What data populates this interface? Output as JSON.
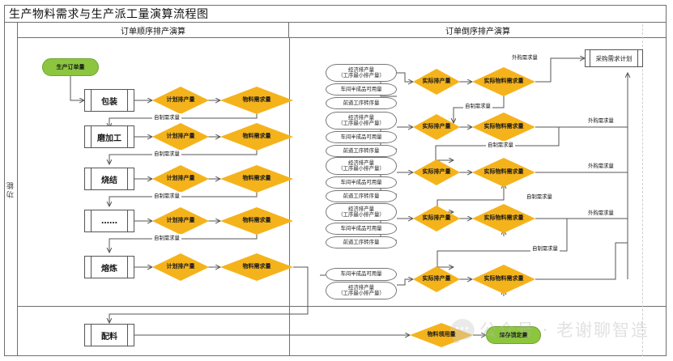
{
  "title": "生产物料需求与生产派工量演算流程图",
  "lane_label": "功能",
  "columns": {
    "left_header": "订单顺序排产演算",
    "right_header": "订单倒序排产演算"
  },
  "nodes": {
    "start": "生产订单量",
    "purchase_plan": "采购需求计划",
    "stock_lock": "库存锁定量",
    "material_issue": "物料领用量",
    "blending": "配料"
  },
  "labels": {
    "plan_output": "计划排产量",
    "material_demand": "物料需求量",
    "actual_output": "实际排产量",
    "actual_material_demand": "实际物料需求量",
    "economic_output": "经济排产量",
    "economic_output_sub": "（工序最小排产量）",
    "wip_available": "车间半成品可用量",
    "prev_process_transfer": "前道工序转序量",
    "self_made": "自制需求量",
    "purchased": "外购需求量"
  },
  "processes": [
    {
      "name": "包装"
    },
    {
      "name": "磨加工"
    },
    {
      "name": "烧结"
    },
    {
      "name": "……"
    },
    {
      "name": "熔炼"
    }
  ],
  "right_groups": [
    {
      "inputs": [
        "经济排产量",
        "（工序最小排产量）",
        "车间半成品可用量",
        "前道工序转序量"
      ]
    },
    {
      "inputs": [
        "经济排产量",
        "（工序最小排产量）",
        "车间半成品可用量",
        "前道工序转序量"
      ]
    },
    {
      "inputs": [
        "经济排产量",
        "（工序最小排产量）",
        "车间半成品可用量",
        "前道工序转序量"
      ]
    },
    {
      "inputs": [
        "经济排产量",
        "（工序最小排产量）",
        "车间半成品可用量",
        "前道工序转序量"
      ]
    },
    {
      "inputs": [
        "车间半成品可用量",
        "经济排产量",
        "（工序最小排产量）"
      ]
    }
  ],
  "watermark": "公众号 · 老谢聊智造",
  "colors": {
    "diamond": "#F5B31B",
    "terminator": "#8CC63F",
    "line": "#555555",
    "frame": "#6F6F6F"
  }
}
